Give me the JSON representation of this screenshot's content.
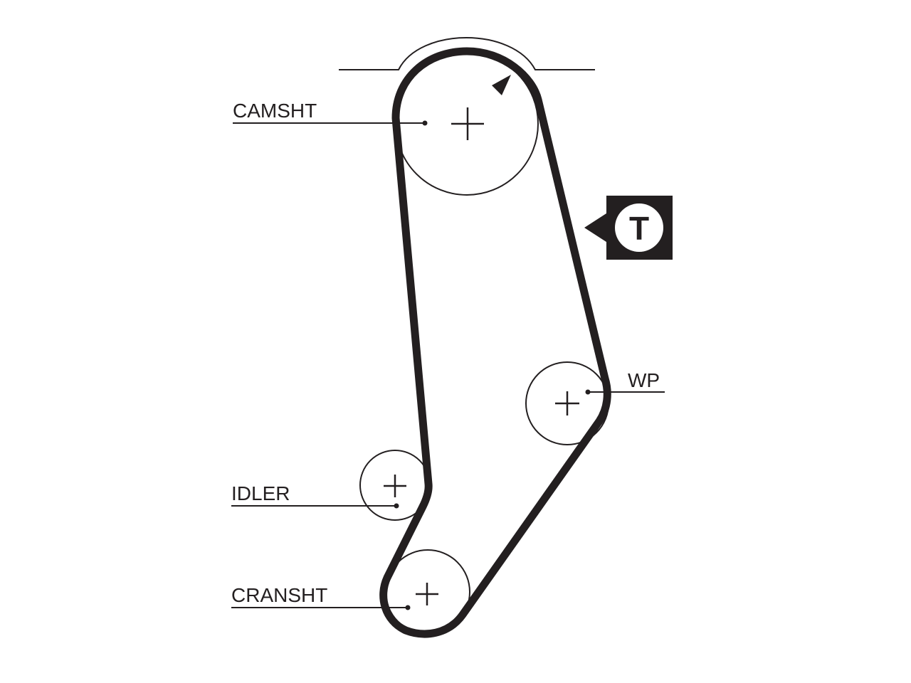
{
  "labels": {
    "camshaft": "CAMSHT",
    "water_pump": "WP",
    "idler": "IDLER",
    "crankshaft": "CRANSHT"
  },
  "tensioner": {
    "letter": "T"
  },
  "colors": {
    "ink": "#231f20",
    "background": "#ffffff"
  },
  "icons": {
    "rotation": "rotation-direction-arrow-icon",
    "tensioner": "tensioner-marker-icon"
  }
}
